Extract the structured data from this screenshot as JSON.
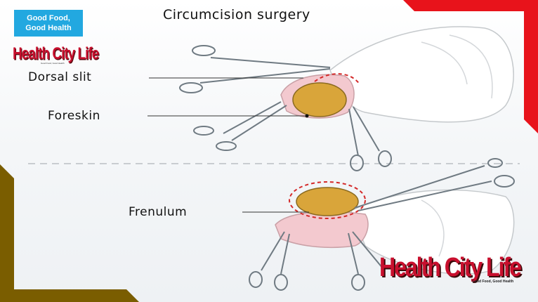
{
  "badge": {
    "line1": "Good Food,",
    "line2": "Good Health"
  },
  "logo_small": {
    "name": "Health City Life",
    "tagline": "Good Food, Good Health"
  },
  "title": "Circumcision surgery",
  "labels": {
    "dorsal_slit": "Dorsal slit",
    "foreskin": "Foreskin",
    "frenulum": "Frenulum"
  },
  "logo_big": {
    "name": "Health City Life",
    "tagline": "Good Food, Good Health"
  },
  "colors": {
    "badge_blue": "#22a8e0",
    "brand_red": "#c8102e",
    "corner_red": "#e8131b",
    "corner_olive": "#7a5d00",
    "glans": "#d9a53a",
    "foreskin_pink": "#f3c9cf",
    "instrument": "#b9c4cc"
  }
}
